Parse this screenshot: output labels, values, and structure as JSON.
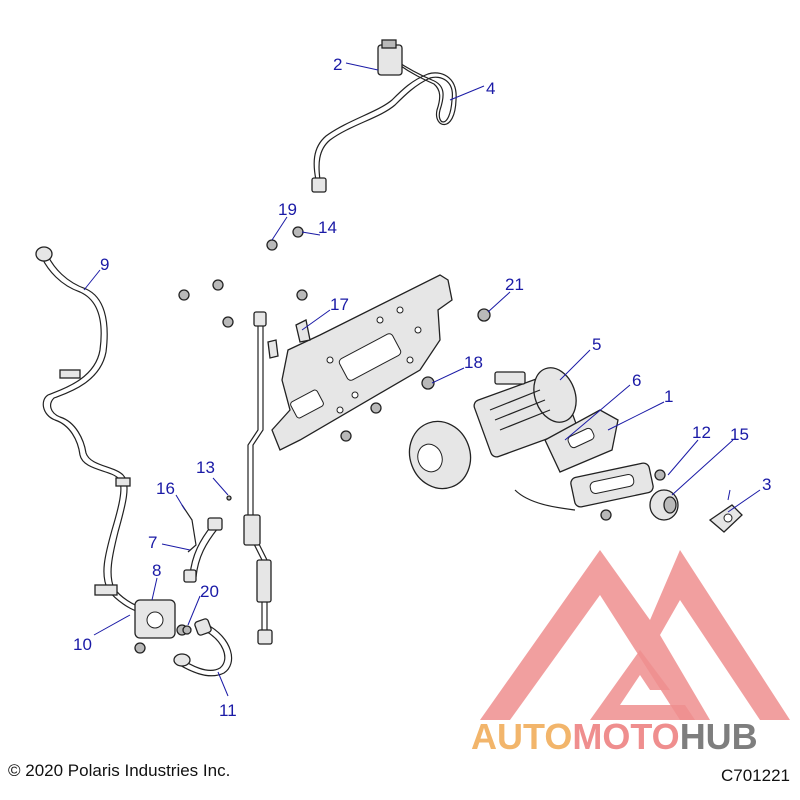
{
  "callouts": [
    {
      "id": "1",
      "label": "1"
    },
    {
      "id": "2",
      "label": "2"
    },
    {
      "id": "3",
      "label": "3"
    },
    {
      "id": "4",
      "label": "4"
    },
    {
      "id": "5",
      "label": "5"
    },
    {
      "id": "6",
      "label": "6"
    },
    {
      "id": "7",
      "label": "7"
    },
    {
      "id": "8",
      "label": "8"
    },
    {
      "id": "9",
      "label": "9"
    },
    {
      "id": "10",
      "label": "10"
    },
    {
      "id": "11",
      "label": "11"
    },
    {
      "id": "12",
      "label": "12"
    },
    {
      "id": "13",
      "label": "13"
    },
    {
      "id": "14",
      "label": "14"
    },
    {
      "id": "15",
      "label": "15"
    },
    {
      "id": "16",
      "label": "16"
    },
    {
      "id": "17",
      "label": "17"
    },
    {
      "id": "18",
      "label": "18"
    },
    {
      "id": "19",
      "label": "19"
    },
    {
      "id": "20",
      "label": "20"
    },
    {
      "id": "21",
      "label": "21"
    }
  ],
  "footer": {
    "copyright": "© 2020 Polaris Industries Inc.",
    "diagram_code": "C701221"
  },
  "watermark": {
    "part1": "AUTO",
    "part2": "MOTO",
    "part3": "HUB",
    "colors": {
      "part1": "#f2b56b",
      "part2": "#ef8e8e",
      "part3": "#7e7e7e",
      "triangle": "#ef8e8e"
    }
  },
  "colors": {
    "callout": "#1a1aa6",
    "line_art": "#222222"
  }
}
